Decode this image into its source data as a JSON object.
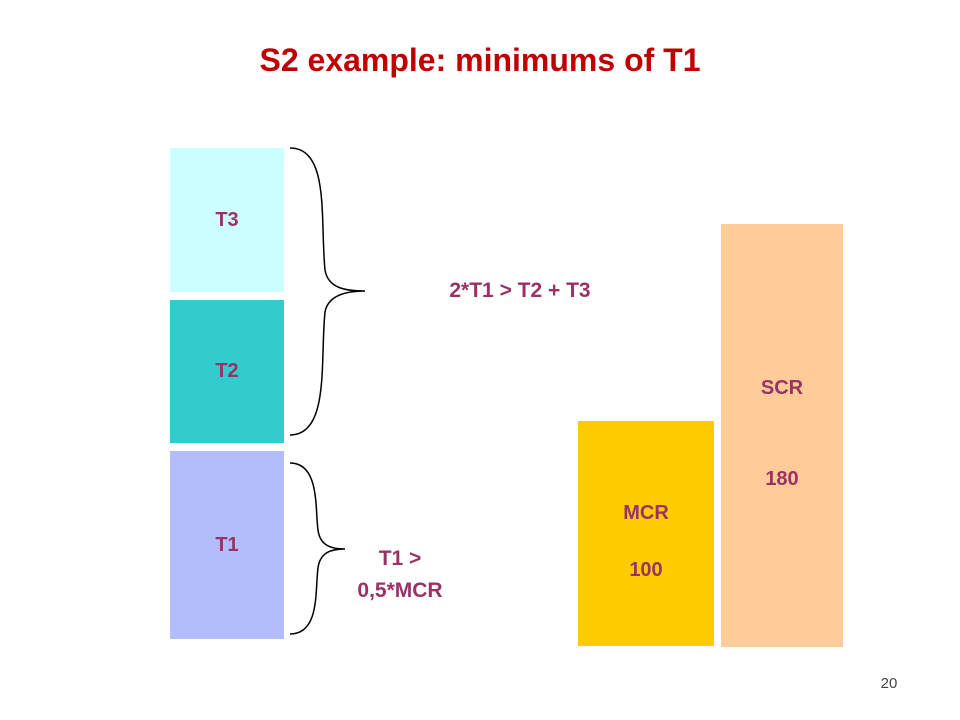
{
  "slide": {
    "title": "S2 example:  minimums of T1",
    "page_number": "20"
  },
  "blocks": {
    "t3": "T3",
    "t2": "T2",
    "t1": "T1",
    "mcr_label": "MCR",
    "mcr_value": "100",
    "scr_label": "SCR",
    "scr_value": "180"
  },
  "formulas": {
    "top": "2*T1 > T2 + T3",
    "bottom_line1": "T1 >",
    "bottom_line2": "0,5*MCR"
  },
  "colors": {
    "title": "#c00000",
    "text": "#993366",
    "t3_fill": "#ccffff",
    "t2_fill": "#33cccc",
    "t1_fill": "#b3bdfc",
    "mcr_fill": "#ffcc00",
    "scr_fill": "#ffcc99",
    "brace": "#000000"
  }
}
